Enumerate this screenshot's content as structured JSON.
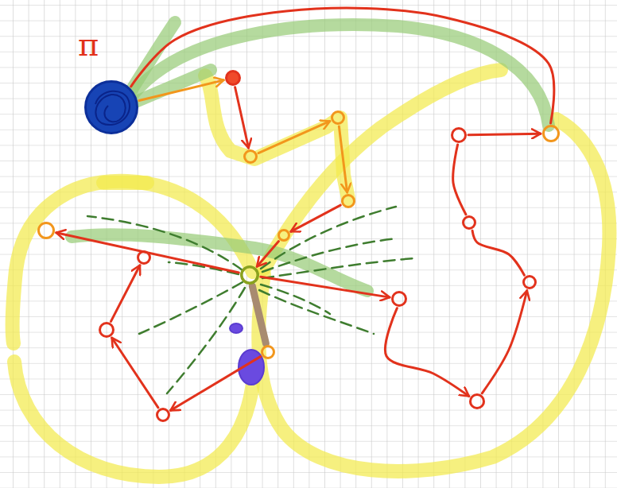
{
  "diagram": {
    "nodes": [
      {
        "text": []
      },
      {
        "text": []
      },
      {
        "text": []
      },
      {
        "text": []
      },
      {
        "text": []
      },
      {
        "text": []
      },
      {
        "text": []
      },
      {
        "text": []
      },
      {
        "text": []
      },
      {
        "text": []
      },
      {
        "text": []
      },
      {
        "text": []
      },
      {
        "text": []
      },
      {
        "text": []
      },
      {
        "text": []
      },
      {
        "text": []
      },
      {
        "text": []
      },
      {
        "text": []
      }
    ],
    "edges": [
      {
        "from": 0,
        "to": 1,
        "arrow": "to"
      },
      {
        "from": 1,
        "to": 2,
        "arrow": "to"
      },
      {
        "from": 2,
        "to": 3,
        "arrow": "to"
      },
      {
        "from": 3,
        "to": 4,
        "arrow": "to"
      },
      {
        "from": 4,
        "to": 5,
        "arrow": "to"
      },
      {
        "from": 5,
        "to": 6,
        "arrow": "to"
      },
      {
        "from": 6,
        "to": 7,
        "arrow": "to"
      },
      {
        "from": 9,
        "to": 8,
        "arrow": "to"
      },
      {
        "from": 10,
        "to": 9,
        "arrow": "to"
      },
      {
        "from": 11,
        "to": 10,
        "arrow": "to"
      },
      {
        "from": 6,
        "to": 12,
        "arrow": "to"
      },
      {
        "from": 12,
        "to": 13,
        "arrow": "to"
      },
      {
        "from": 13,
        "to": 14,
        "arrow": "to"
      },
      {
        "from": 14,
        "to": 15,
        "arrow": "none"
      },
      {
        "from": 15,
        "to": 16,
        "arrow": "none"
      },
      {
        "from": 16,
        "to": 17,
        "arrow": "to"
      },
      {
        "from": 17,
        "to": 0,
        "arrow": "none"
      },
      {
        "from": 6,
        "to": 11,
        "arrow": "none"
      }
    ],
    "labels": [
      "π"
    ]
  }
}
